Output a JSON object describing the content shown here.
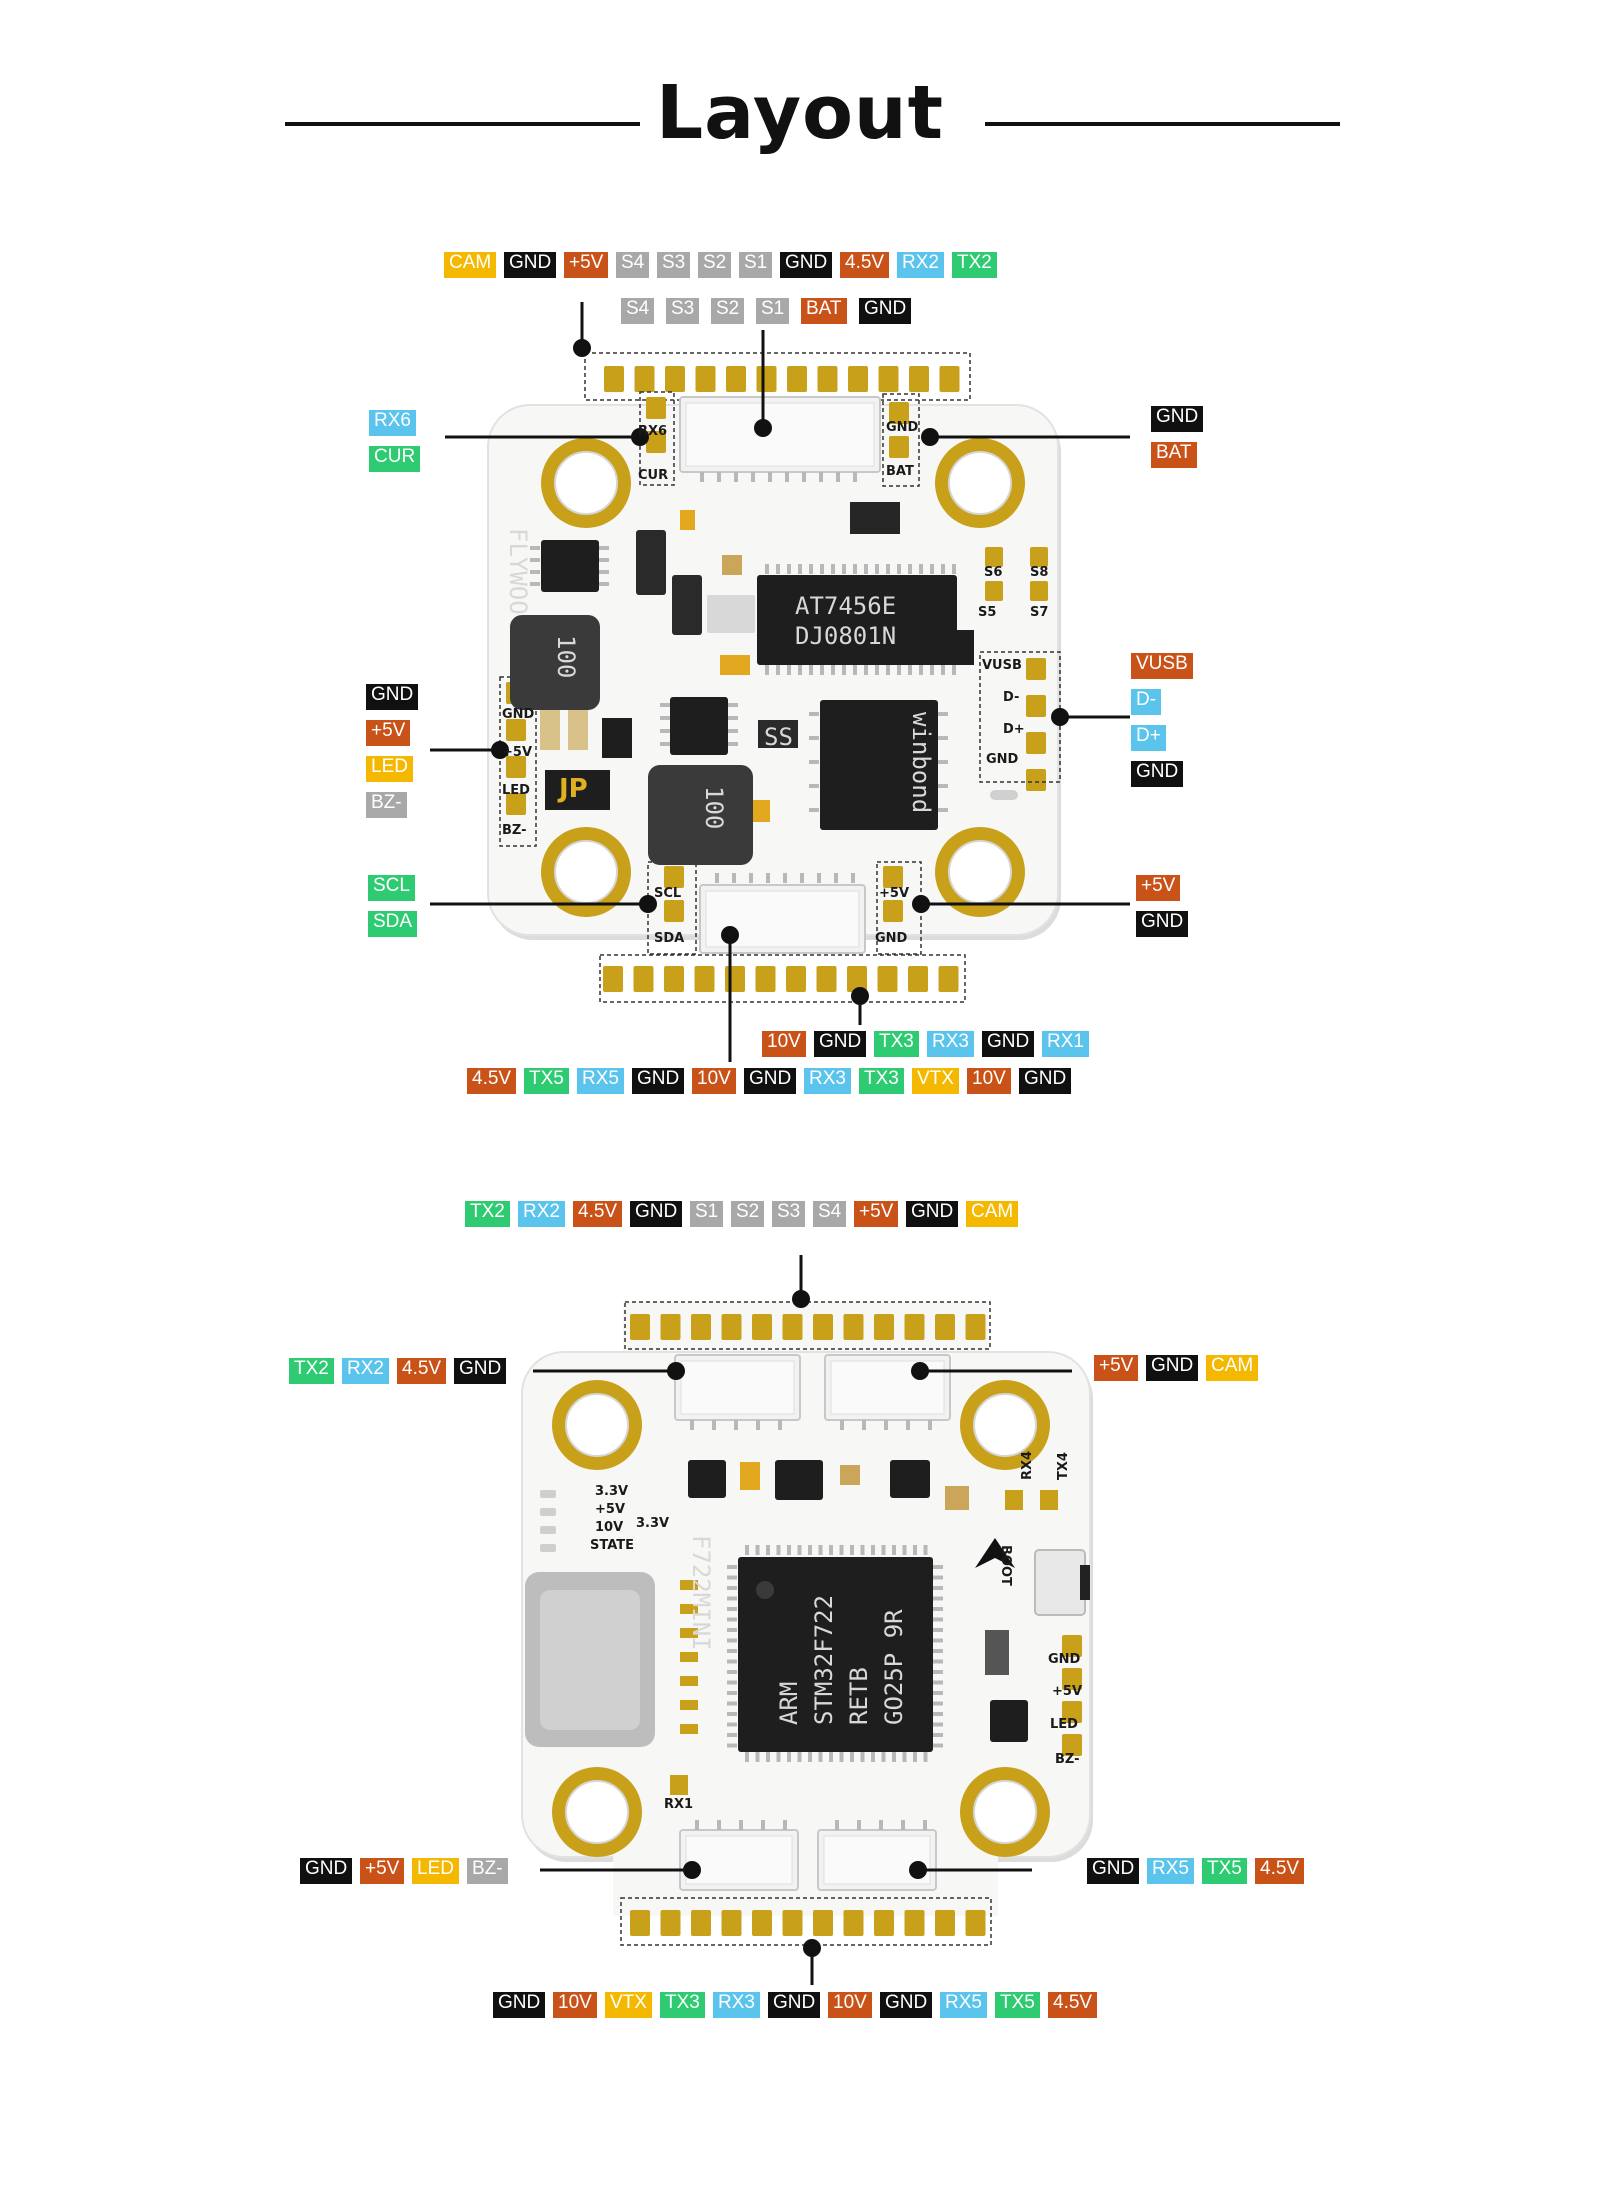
{
  "title": "Layout",
  "colors": {
    "yellow": "#f5b800",
    "black": "#101010",
    "orange": "#c95219",
    "grey": "#a8a8a8",
    "blue": "#5bc4ec",
    "green": "#2ecb72",
    "pad_gold": "#c9a01a",
    "board_white": "#f7f7f5"
  },
  "top_board": {
    "header_row1": [
      {
        "text": "CAM",
        "color": "yellow"
      },
      {
        "text": "GND",
        "color": "black"
      },
      {
        "text": "+5V",
        "color": "orange"
      },
      {
        "text": "S4",
        "color": "grey"
      },
      {
        "text": "S3",
        "color": "grey"
      },
      {
        "text": "S2",
        "color": "grey"
      },
      {
        "text": "S1",
        "color": "grey"
      },
      {
        "text": "GND",
        "color": "black"
      },
      {
        "text": "4.5V",
        "color": "orange"
      },
      {
        "text": "RX2",
        "color": "blue"
      },
      {
        "text": "TX2",
        "color": "green"
      }
    ],
    "header_row2": [
      {
        "text": "S4",
        "color": "grey"
      },
      {
        "text": "S3",
        "color": "grey"
      },
      {
        "text": "S2",
        "color": "grey"
      },
      {
        "text": "S1",
        "color": "grey"
      },
      {
        "text": "BAT",
        "color": "orange"
      },
      {
        "text": "GND",
        "color": "black"
      }
    ],
    "left_rx6_cur": [
      {
        "text": "RX6",
        "color": "blue"
      },
      {
        "text": "CUR",
        "color": "green"
      }
    ],
    "right_gnd_bat": [
      {
        "text": "GND",
        "color": "black"
      },
      {
        "text": "BAT",
        "color": "orange"
      }
    ],
    "left_led_group": [
      {
        "text": "GND",
        "color": "black"
      },
      {
        "text": "+5V",
        "color": "orange"
      },
      {
        "text": "LED",
        "color": "yellow"
      },
      {
        "text": "BZ-",
        "color": "grey"
      }
    ],
    "right_usb_group": [
      {
        "text": "VUSB",
        "color": "orange"
      },
      {
        "text": "D-",
        "color": "blue"
      },
      {
        "text": "D+",
        "color": "blue"
      },
      {
        "text": "GND",
        "color": "black"
      }
    ],
    "left_i2c": [
      {
        "text": "SCL",
        "color": "green"
      },
      {
        "text": "SDA",
        "color": "green"
      }
    ],
    "right_power": [
      {
        "text": "+5V",
        "color": "orange"
      },
      {
        "text": "GND",
        "color": "black"
      }
    ],
    "bottom_row1": [
      {
        "text": "10V",
        "color": "orange"
      },
      {
        "text": "GND",
        "color": "black"
      },
      {
        "text": "TX3",
        "color": "green"
      },
      {
        "text": "RX3",
        "color": "blue"
      },
      {
        "text": "GND",
        "color": "black"
      },
      {
        "text": "RX1",
        "color": "blue"
      }
    ],
    "bottom_row2": [
      {
        "text": "4.5V",
        "color": "orange"
      },
      {
        "text": "TX5",
        "color": "green"
      },
      {
        "text": "RX5",
        "color": "blue"
      },
      {
        "text": "GND",
        "color": "black"
      },
      {
        "text": "10V",
        "color": "orange"
      },
      {
        "text": "GND",
        "color": "black"
      },
      {
        "text": "RX3",
        "color": "blue"
      },
      {
        "text": "TX3",
        "color": "green"
      },
      {
        "text": "VTX",
        "color": "yellow"
      },
      {
        "text": "10V",
        "color": "orange"
      },
      {
        "text": "GND",
        "color": "black"
      }
    ],
    "silkscreen": {
      "rx6": "RX6",
      "cur": "CUR",
      "gnd": "GND",
      "bat": "BAT",
      "s6": "S6",
      "s8": "S8",
      "s5": "S5",
      "s7": "S7",
      "vusb": "VUSB",
      "dm": "D-",
      "dp": "D+",
      "gnd2": "GND",
      "gnd3": "GND",
      "p5v": "+5V",
      "led": "LED",
      "bz": "BZ-",
      "scl": "SCL",
      "sda": "SDA",
      "p5v2": "+5V",
      "gnd4": "GND",
      "brand": "FLYWOO",
      "jp": "JP",
      "chip1": "AT7456E",
      "chip2": "DJ0801N",
      "inductor": "100",
      "inductor2": "100",
      "ss": "SS",
      "winbond": "winbond"
    }
  },
  "bottom_board": {
    "header_top": [
      {
        "text": "TX2",
        "color": "green"
      },
      {
        "text": "RX2",
        "color": "blue"
      },
      {
        "text": "4.5V",
        "color": "orange"
      },
      {
        "text": "GND",
        "color": "black"
      },
      {
        "text": "S1",
        "color": "grey"
      },
      {
        "text": "S2",
        "color": "grey"
      },
      {
        "text": "S3",
        "color": "grey"
      },
      {
        "text": "S4",
        "color": "grey"
      },
      {
        "text": "+5V",
        "color": "orange"
      },
      {
        "text": "GND",
        "color": "black"
      },
      {
        "text": "CAM",
        "color": "yellow"
      }
    ],
    "left_conn": [
      {
        "text": "TX2",
        "color": "green"
      },
      {
        "text": "RX2",
        "color": "blue"
      },
      {
        "text": "4.5V",
        "color": "orange"
      },
      {
        "text": "GND",
        "color": "black"
      }
    ],
    "right_conn": [
      {
        "text": "+5V",
        "color": "orange"
      },
      {
        "text": "GND",
        "color": "black"
      },
      {
        "text": "CAM",
        "color": "yellow"
      }
    ],
    "left_bottom_conn": [
      {
        "text": "GND",
        "color": "black"
      },
      {
        "text": "+5V",
        "color": "orange"
      },
      {
        "text": "LED",
        "color": "yellow"
      },
      {
        "text": "BZ-",
        "color": "grey"
      }
    ],
    "right_bottom_conn": [
      {
        "text": "GND",
        "color": "black"
      },
      {
        "text": "RX5",
        "color": "blue"
      },
      {
        "text": "TX5",
        "color": "green"
      },
      {
        "text": "4.5V",
        "color": "orange"
      }
    ],
    "header_bottom": [
      {
        "text": "GND",
        "color": "black"
      },
      {
        "text": "10V",
        "color": "orange"
      },
      {
        "text": "VTX",
        "color": "yellow"
      },
      {
        "text": "TX3",
        "color": "green"
      },
      {
        "text": "RX3",
        "color": "blue"
      },
      {
        "text": "GND",
        "color": "black"
      },
      {
        "text": "10V",
        "color": "orange"
      },
      {
        "text": "GND",
        "color": "black"
      },
      {
        "text": "RX5",
        "color": "blue"
      },
      {
        "text": "TX5",
        "color": "green"
      },
      {
        "text": "4.5V",
        "color": "orange"
      }
    ],
    "silkscreen": {
      "v33": "3.3V",
      "p5v": "+5V",
      "v10": "10V",
      "state": "STATE",
      "v33b": "3.3V",
      "model": "F722MINI",
      "rx4": "RX4",
      "tx4": "TX4",
      "boot": "BOOT",
      "gnd": "GND",
      "p5v2": "+5V",
      "led": "LED",
      "bz": "BZ-",
      "rx1": "RX1",
      "mcu1": "ARM",
      "mcu2": "STM32F722",
      "mcu3": "RETB",
      "mcu4": "GO25P 9R"
    }
  }
}
